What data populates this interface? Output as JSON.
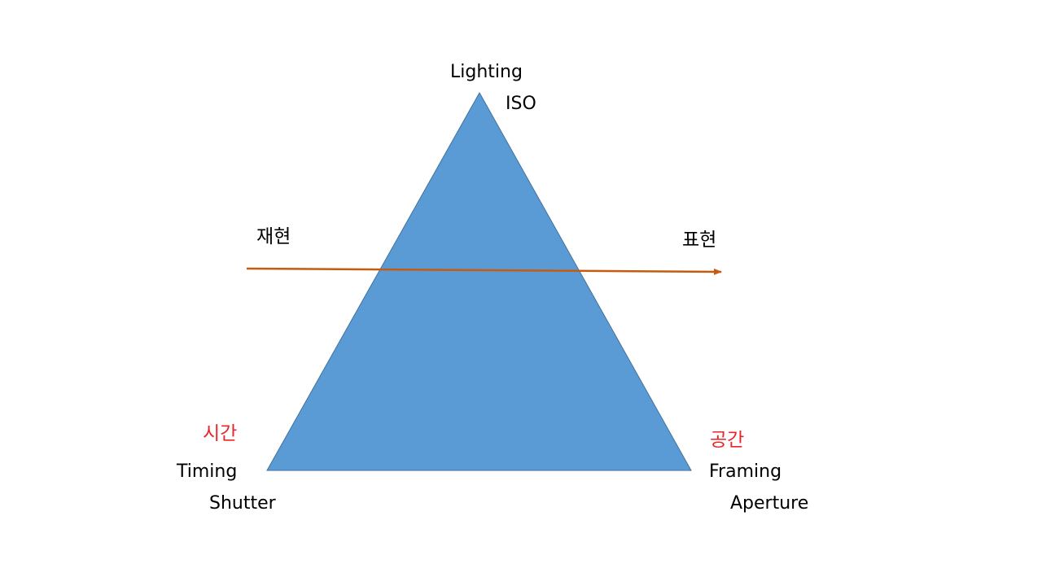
{
  "labels": {
    "top_lighting": "Lighting",
    "top_iso": "ISO",
    "left_reproduction": "재현",
    "right_expression": "표현",
    "left_time": "시간",
    "left_timing": "Timing",
    "left_shutter": "Shutter",
    "right_space": "공간",
    "right_framing": "Framing",
    "right_aperture": "Aperture"
  },
  "colors": {
    "triangle_fill": "#5b9bd5",
    "triangle_stroke": "#41719c",
    "arrow": "#c55a11",
    "accent_red": "#e8262a",
    "text": "#000000"
  }
}
